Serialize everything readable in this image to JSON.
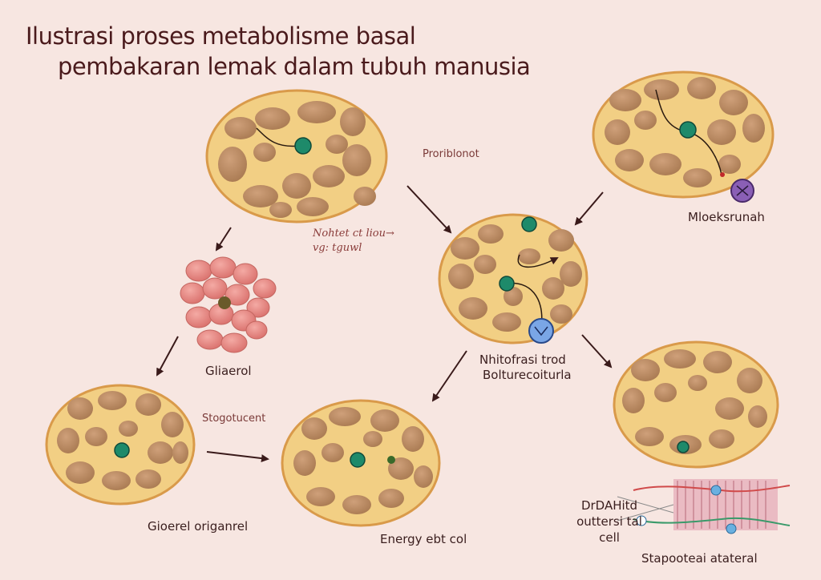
{
  "title": {
    "line1": "Ilustrasi proses metabolisme basal",
    "line2": "pembakaran lemak dalam tubuh manusia"
  },
  "labels": {
    "proriblonot": "Proriblonot",
    "note_line1": "Nohtet ct liou→",
    "note_line2": "vg: tguwl",
    "mloeksrunah": "Mloeksrunah",
    "gliaerol": "Gliaerol",
    "center_line1": "Nhitofrasi trod",
    "center_line2": "Bolturecoiturla",
    "stogotucent": "Stogotucent",
    "gioerel": "Gioerel origanrel",
    "energy": "Energy ebt col",
    "dna_line1": "DrDAHitd",
    "dna_line2": "outtersi tal",
    "dna_line3": "cell",
    "stapooteai": "Stapooteai atateral"
  },
  "colors": {
    "background": "#f7e6e1",
    "cell_fill": "#f2cf84",
    "cell_stroke": "#d99a4a",
    "droplet": "#b8865a",
    "nucleus": "#1e8a6a",
    "glycerol_cluster": "#e88a84",
    "arrow": "#3a1a1a",
    "receptor_purple": "#8a5fb5",
    "receptor_blue": "#7aa6e6"
  }
}
